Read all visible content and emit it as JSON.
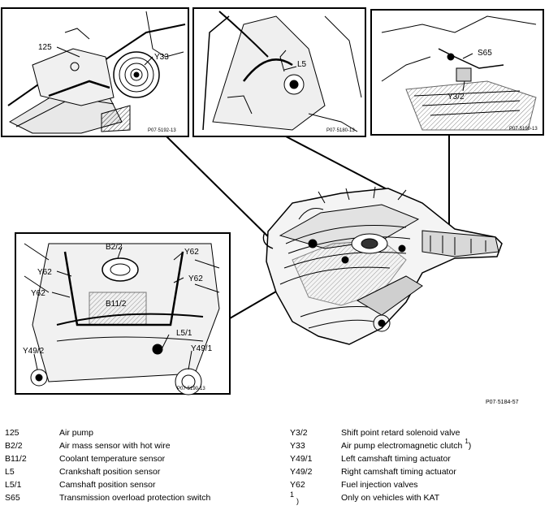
{
  "inset_top_left": {
    "labels": [
      "125",
      "Y33"
    ],
    "ref": "P07·5192-13"
  },
  "inset_top_center": {
    "labels": [
      "L5"
    ],
    "ref": "P07·5180-13"
  },
  "inset_top_right": {
    "labels": [
      "S65",
      "Y3/2"
    ],
    "ref": "P07·5190-13"
  },
  "inset_bottom_left": {
    "labels": [
      "B2/2",
      "Y62",
      "Y62",
      "Y62",
      "Y62",
      "B11/2",
      "L5/1",
      "Y49/2",
      "Y49/1"
    ],
    "ref": "P07·5190-13"
  },
  "main_ref": "P07·5184-57",
  "legend": {
    "left": [
      {
        "code": "125",
        "desc": "Air pump"
      },
      {
        "code": "B2/2",
        "desc": "Air mass sensor with hot wire"
      },
      {
        "code": "B11/2",
        "desc": "Coolant temperature sensor"
      },
      {
        "code": "L5",
        "desc": "Crankshaft position sensor"
      },
      {
        "code": "L5/1",
        "desc": "Camshaft position sensor"
      },
      {
        "code": "S65",
        "desc": "Transmission overload protection switch"
      }
    ],
    "right": [
      {
        "code": "Y3/2",
        "desc": "Shift point retard solenoid valve"
      },
      {
        "code": "Y33",
        "desc": "Air pump electromagnetic clutch",
        "sup": "1",
        "tail": ")"
      },
      {
        "code": "Y49/1",
        "desc": "Left camshaft timing actuator"
      },
      {
        "code": "Y49/2",
        "desc": "Right camshaft timing actuator"
      },
      {
        "code": "Y62",
        "desc": "Fuel injection valves"
      }
    ],
    "footnote": {
      "mark": "1",
      "close": ")",
      "desc": "Only on vehicles with KAT"
    }
  }
}
